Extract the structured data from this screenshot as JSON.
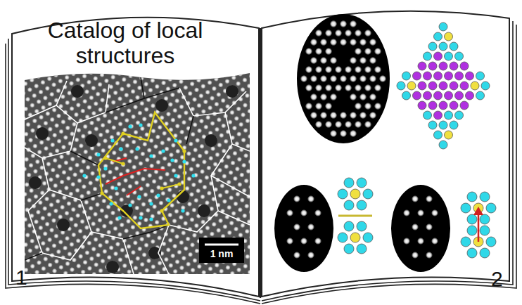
{
  "diagram": {
    "title": "Catalog of local structures",
    "labels": [
      "1 nm",
      "1",
      "2"
    ]
  }
}
